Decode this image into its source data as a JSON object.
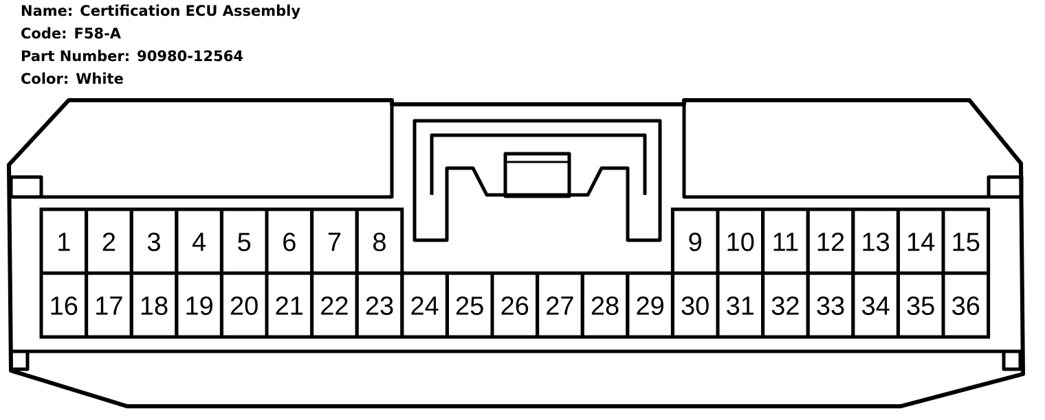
{
  "info": {
    "name_label": "Name:",
    "name_value": "Certification ECU Assembly",
    "code_label": "Code:",
    "code_value": "F58-A",
    "part_label": "Part Number:",
    "part_value": "90980-12564",
    "color_label": "Color:",
    "color_value": "White"
  },
  "pins": {
    "row1_left": [
      "1",
      "2",
      "3",
      "4",
      "5",
      "6",
      "7",
      "8"
    ],
    "row1_right": [
      "9",
      "10",
      "11",
      "12",
      "13",
      "14",
      "15"
    ],
    "row2": [
      "16",
      "17",
      "18",
      "19",
      "20",
      "21",
      "22",
      "23",
      "24",
      "25",
      "26",
      "27",
      "28",
      "29",
      "30",
      "31",
      "32",
      "33",
      "34",
      "35",
      "36"
    ]
  }
}
